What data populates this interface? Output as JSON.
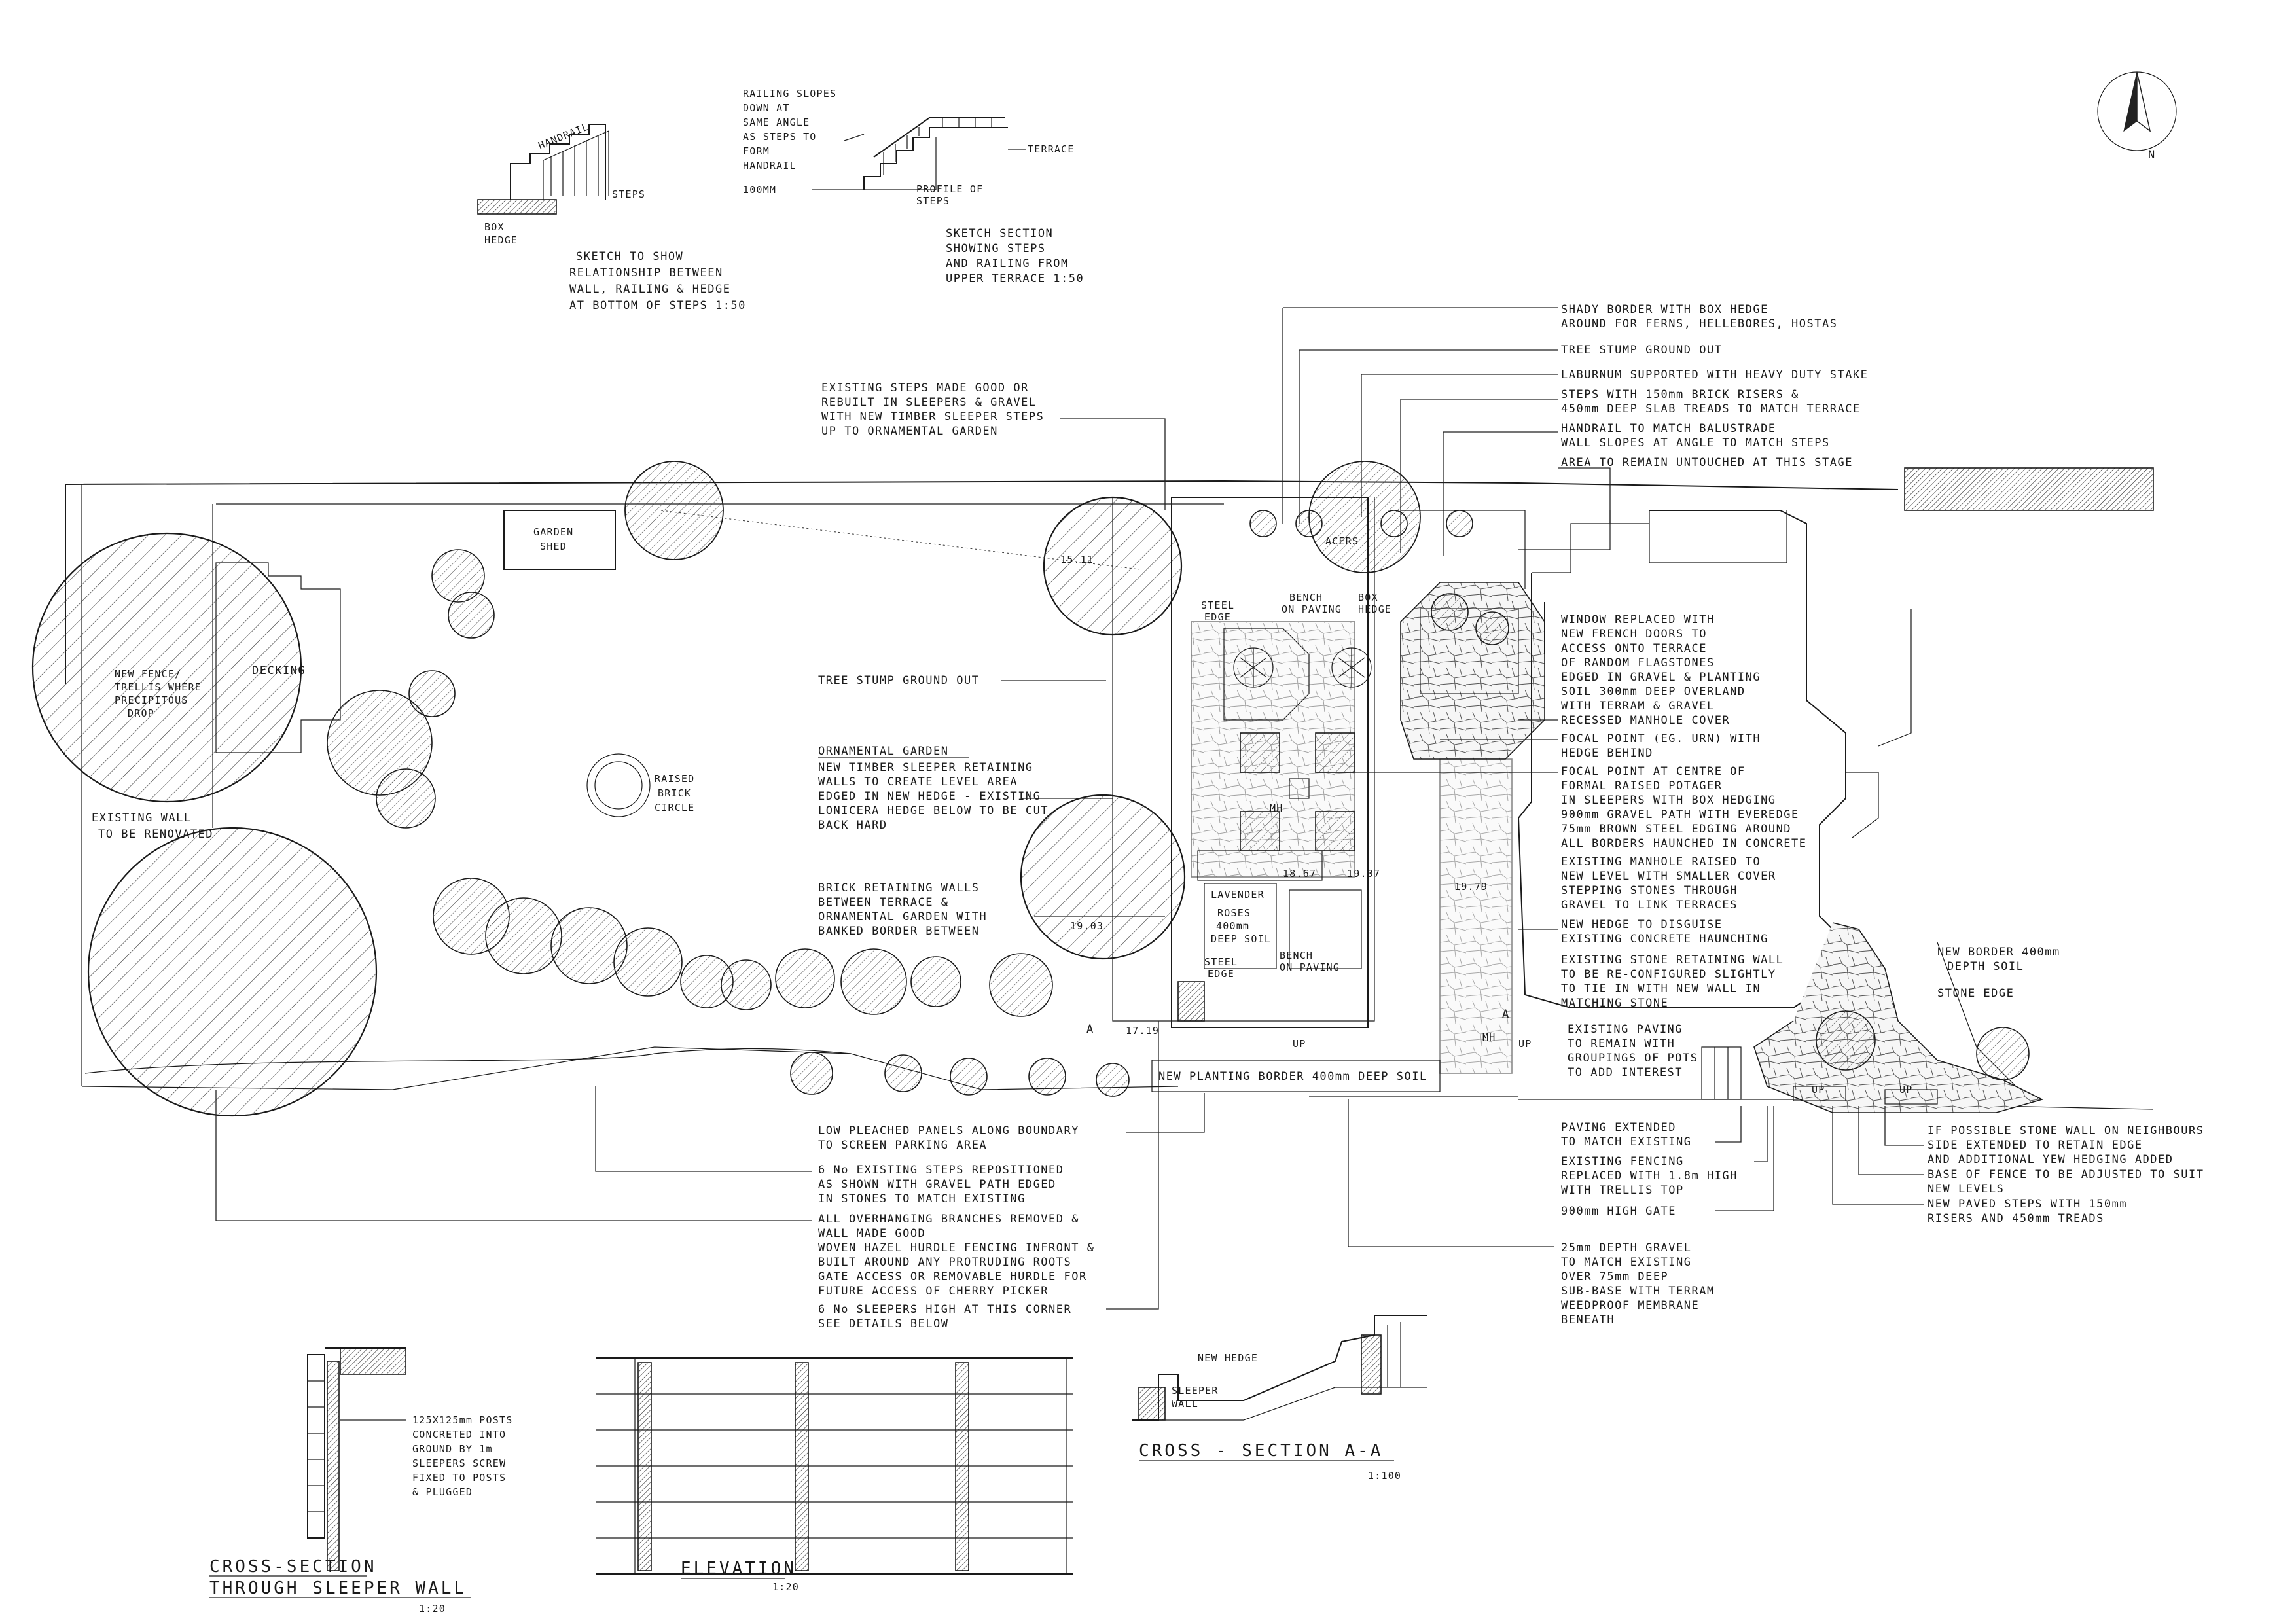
{
  "north_label": "N",
  "sketches": {
    "wall_hedge": {
      "handrail": "HANDRAIL",
      "steps": "STEPS",
      "box_hedge": [
        "BOX",
        "HEDGE"
      ],
      "caption": [
        "SKETCH TO SHOW",
        "RELATIONSHIP BETWEEN",
        "WALL, RAILING & HEDGE",
        "AT BOTTOM OF STEPS 1:50"
      ]
    },
    "steps_railing": {
      "note": [
        "RAILING SLOPES",
        "DOWN AT",
        "SAME ANGLE",
        "AS STEPS TO",
        "FORM",
        "HANDRAIL"
      ],
      "dim": "100MM",
      "terrace": "TERRACE",
      "profile": [
        "PROFILE OF",
        "STEPS"
      ],
      "caption": [
        "SKETCH SECTION",
        "SHOWING STEPS",
        "AND RAILING FROM",
        "UPPER TERRACE 1:50"
      ]
    }
  },
  "plan_labels": {
    "garden_shed": [
      "GARDEN",
      "SHED"
    ],
    "decking": "DECKING",
    "new_fence": [
      "NEW FENCE/",
      "TRELLIS WHERE",
      "PRECIPITOUS",
      "DROP"
    ],
    "existing_wall": [
      "EXISTING WALL",
      "TO BE RENOVATED"
    ],
    "raised_brick_circle": [
      "RAISED",
      "BRICK",
      "CIRCLE"
    ],
    "acers": "ACERS",
    "steel_edge_top": [
      "STEEL",
      "EDGE"
    ],
    "bench_top": [
      "BENCH",
      "ON PAVING"
    ],
    "box_hedge": [
      "BOX",
      "HEDGE"
    ],
    "steel_edge_bottom": [
      "STEEL",
      "EDGE"
    ],
    "bench_bottom": [
      "BENCH",
      "ON PAVING"
    ],
    "lavender": "LAVENDER",
    "roses": [
      "ROSES",
      "400mm",
      "DEEP SOIL"
    ],
    "levels": [
      "15.11",
      "18.67",
      "19.07",
      "19.79",
      "19.03",
      "17.19"
    ],
    "section_mark": "A",
    "up_labels": [
      "UP",
      "UP",
      "UP",
      "UP"
    ],
    "mh": [
      "MH",
      "MH"
    ],
    "new_planting_border": "NEW PLANTING BORDER 400mm DEEP SOIL"
  },
  "notes": {
    "shady_border": [
      "SHADY BORDER WITH BOX HEDGE",
      "AROUND FOR FERNS, HELLEBORES, HOSTAS"
    ],
    "tree_stump_top": "TREE STUMP GROUND    OUT",
    "laburnum": "LABURNUM SUPPORTED WITH HEAVY DUTY STAKE",
    "steps_brick": [
      "STEPS WITH 150mm BRICK RISERS &",
      "450mm DEEP SLAB TREADS TO MATCH TERRACE"
    ],
    "handrail": [
      "HANDRAIL TO MATCH BALUSTRADE",
      "WALL SLOPES AT ANGLE TO MATCH STEPS"
    ],
    "area_untouched": "AREA TO REMAIN UNTOUCHED AT THIS STAGE",
    "existing_steps": [
      "EXISTING STEPS MADE GOOD OR",
      "REBUILT IN SLEEPERS & GRAVEL",
      "WITH NEW TIMBER SLEEPER STEPS",
      "UP TO ORNAMENTAL GARDEN"
    ],
    "tree_stump_mid": "TREE STUMP GROUND OUT",
    "ornamental_title": "ORNAMENTAL GARDEN",
    "ornamental": [
      "NEW TIMBER SLEEPER RETAINING",
      "WALLS TO CREATE LEVEL AREA",
      "EDGED IN NEW HEDGE - EXISTING",
      "LONICERA HEDGE BELOW TO BE CUT",
      "BACK HARD"
    ],
    "brick_retaining": [
      "BRICK RETAINING WALLS",
      "BETWEEN TERRACE &",
      "ORNAMENTAL GARDEN WITH",
      "BANKED BORDER BETWEEN"
    ],
    "window": [
      "WINDOW REPLACED WITH",
      "NEW FRENCH DOORS TO",
      "ACCESS ONTO TERRACE",
      "OF RANDOM FLAGSTONES",
      "EDGED IN GRAVEL & PLANTING",
      "SOIL 300mm DEEP OVERLAND",
      "WITH TERRAM & GRAVEL"
    ],
    "recessed": "RECESSED MANHOLE COVER",
    "focal_urn": [
      "FOCAL POINT (EG. URN) WITH",
      "HEDGE BEHIND"
    ],
    "focal_potager": [
      "FOCAL POINT AT CENTRE OF",
      "FORMAL RAISED POTAGER",
      "IN SLEEPERS WITH BOX HEDGING",
      "900mm GRAVEL PATH WITH EVEREDGE",
      "75mm BROWN STEEL EDGING AROUND",
      "ALL BORDERS HAUNCHED IN CONCRETE"
    ],
    "manhole_raised": [
      "EXISTING MANHOLE RAISED TO",
      "NEW LEVEL WITH SMALLER COVER"
    ],
    "stepping_stones": [
      "STEPPING STONES THROUGH",
      "GRAVEL TO LINK TERRACES"
    ],
    "new_hedge_disguise": [
      "NEW HEDGE TO DISGUISE",
      "EXISTING CONCRETE HAUNCHING"
    ],
    "stone_retaining": [
      "EXISTING STONE RETAINING WALL",
      "TO BE RE-CONFIGURED SLIGHTLY",
      "TO TIE IN WITH NEW WALL IN",
      "MATCHING STONE"
    ],
    "new_border": [
      "NEW BORDER 400mm",
      "DEPTH SOIL"
    ],
    "stone_edge": "STONE EDGE",
    "existing_paving": [
      "EXISTING PAVING",
      "TO REMAIN WITH",
      "GROUPINGS OF POTS",
      "TO ADD INTEREST"
    ],
    "low_pleached": [
      "LOW PLEACHED PANELS ALONG BOUNDARY",
      "TO SCREEN PARKING AREA"
    ],
    "steps_repositioned": [
      "6 No EXISTING STEPS REPOSITIONED",
      "AS SHOWN WITH GRAVEL PATH EDGED",
      "IN STONES TO MATCH EXISTING"
    ],
    "overhanging": [
      "ALL OVERHANGING BRANCHES REMOVED &",
      "WALL MADE GOOD",
      "WOVEN HAZEL HURDLE FENCING INFRONT &",
      "BUILT AROUND ANY PROTRUDING ROOTS",
      "GATE ACCESS OR REMOVABLE HURDLE FOR",
      "FUTURE ACCESS OF CHERRY PICKER"
    ],
    "sleepers_corner": [
      "6 No SLEEPERS HIGH AT THIS CORNER",
      "SEE DETAILS BELOW"
    ],
    "paving_extended": [
      "PAVING EXTENDED",
      "TO MATCH EXISTING"
    ],
    "fencing": [
      "EXISTING FENCING",
      "REPLACED WITH 1.8m HIGH",
      "WITH TRELLIS TOP"
    ],
    "gate": "900mm HIGH GATE",
    "gravel": [
      "25mm DEPTH GRAVEL",
      "TO MATCH EXISTING",
      "OVER 75mm DEEP",
      "SUB-BASE WITH TERRAM",
      "WEEDPROOF MEMBRANE",
      "BENEATH"
    ],
    "stone_wall": [
      "IF POSSIBLE STONE WALL ON NEIGHBOURS",
      "SIDE EXTENDED TO RETAIN EDGE",
      "AND ADDITIONAL YEW HEDGING ADDED"
    ],
    "base_fence": [
      "BASE OF FENCE TO BE ADJUSTED TO SUIT",
      "NEW LEVELS"
    ],
    "new_paved_steps": [
      "NEW PAVED STEPS WITH 150mm",
      "RISERS AND 450mm TREADS"
    ]
  },
  "details": {
    "sleeper_note": [
      "125X125mm POSTS",
      "CONCRETED INTO",
      "GROUND BY 1m",
      "SLEEPERS SCREW",
      "FIXED TO POSTS",
      "& PLUGGED"
    ],
    "sleeper_title": [
      "CROSS-SECTION",
      "THROUGH SLEEPER WALL"
    ],
    "sleeper_scale": "1:20",
    "elevation_title": "ELEVATION",
    "elevation_scale": "1:20",
    "section_new_hedge": "NEW HEDGE",
    "section_sleeper": [
      "SLEEPER",
      "WALL"
    ],
    "section_title": "CROSS - SECTION  A-A",
    "section_scale": "1:100"
  }
}
